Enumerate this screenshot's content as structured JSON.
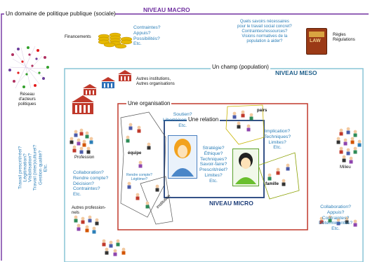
{
  "macro": {
    "title": "NIVEAU MACRO",
    "domain_label": "Un domaine de politique publique (sociale)",
    "financements": "Financements",
    "fin_questions": "Contraintes?\nAppuis?\nPossibilités?\nEtc.",
    "savoirs": "Quels savoirs nécessaires\npour le travail social concret?\nContraintes/ressources?\nVisions normatives de la\npopulation à aider?",
    "regles": "Règles\nRégulations",
    "law_label": "LAW",
    "reseau": "Réseau\nd'acteurs\npolitiques",
    "side_questions": "Travail prescrit/réel?\nLégitimation?\nVisibilisation?\nTravail (inter)culturel?\nGestion qualité?\nEtc."
  },
  "meso": {
    "title": "NIVEAU MESO",
    "champ": "Un champ (population)",
    "institutions": "Autres institutions,\nAutres organisations",
    "profession": "Profession",
    "prof_questions": "Collaboration?\nRendre compte?\nDécision?\nContraintes?\nEtc.",
    "autres_prof": "Autres profession-\nnels",
    "milieu": "Milieu",
    "milieu_questions": "Collaboration?\nAppuis?\nContraintes?\nDéterminantes?\nEtc."
  },
  "organisation": {
    "label": "Une organisation",
    "questions": "Soutien?\nLiberté/contrainte?\nEtc.",
    "equipe": "équipe",
    "rendre": "Rendre compte?\nLégitimer?",
    "institution": "institution",
    "pairs": "pairs",
    "impl": "Implication?\nTechniques?\nLimites?\nEtc.",
    "famille": "famille"
  },
  "micro": {
    "title": "NIVEAU MICRO",
    "relation": "Une relation",
    "questions": "Stratégie?\nÉthique?\nTechniques?\nSavoir-faire?\nPrescrit/réel?\nLimites?\nEtc."
  },
  "colors": {
    "macro": "#7030a0",
    "meso": "#8fc8d8",
    "org": "#c0392b",
    "micro": "#1f3f7a",
    "question": "#2c7fb8"
  }
}
